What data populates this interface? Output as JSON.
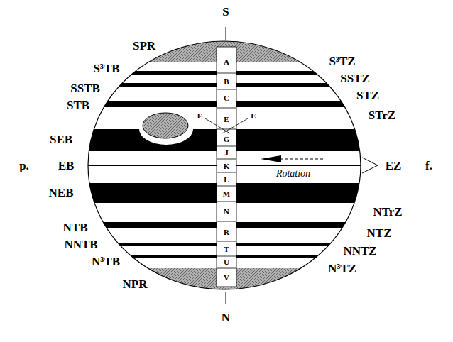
{
  "diagram": {
    "labels": [
      "S",
      "SPR",
      "S³TB",
      "SSTB",
      "STB",
      "SEB",
      "p.",
      "EB",
      "NEB",
      "NTB",
      "NNTB",
      "N³TB",
      "NPR",
      "N",
      "S³TZ",
      "SSTZ",
      "STZ",
      "STrZ",
      "EZ",
      "f.",
      "NTrZ",
      "NTZ",
      "NNTZ",
      "N³TZ",
      "A",
      "B",
      "C",
      "F",
      "E",
      "E",
      "G",
      "J",
      "K",
      "L",
      "M",
      "N",
      "R",
      "T",
      "U",
      "V",
      "Rotation"
    ]
  }
}
